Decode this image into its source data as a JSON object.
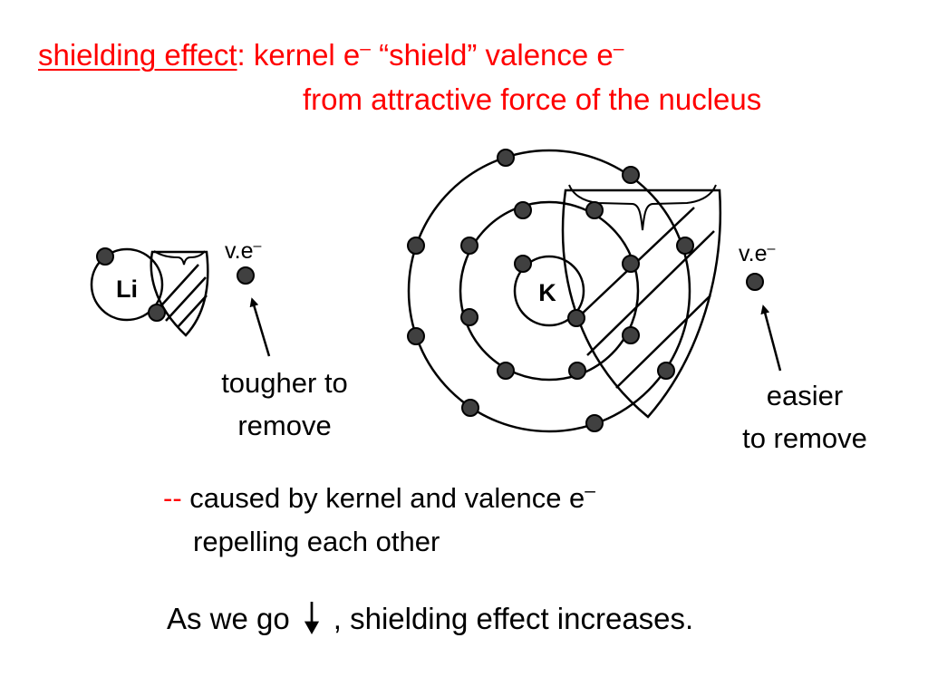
{
  "title": {
    "term": "shielding effect",
    "line1_rest": ": kernel e",
    "line1_sup1": "–",
    "line1_mid": " “shield” valence e",
    "line1_sup2": "–",
    "line2": "from attractive force of the nucleus"
  },
  "atoms": {
    "li": {
      "symbol": "Li"
    },
    "k": {
      "symbol": "K"
    }
  },
  "valence_label": {
    "text": "v.e",
    "sup": "–"
  },
  "li_caption": {
    "line1": "tougher to",
    "line2": "remove"
  },
  "k_caption": {
    "line1": "easier",
    "line2": "to remove"
  },
  "cause": {
    "dash": "--",
    "line1": " caused by kernel and valence e",
    "sup": "–",
    "line2": "repelling each other"
  },
  "conclusion": {
    "before": "As we go",
    "after": ", shielding effect increases.",
    "arrow_icon": "down-arrow-icon"
  },
  "colors": {
    "accent": "#ff0000",
    "electron": "#404040"
  }
}
